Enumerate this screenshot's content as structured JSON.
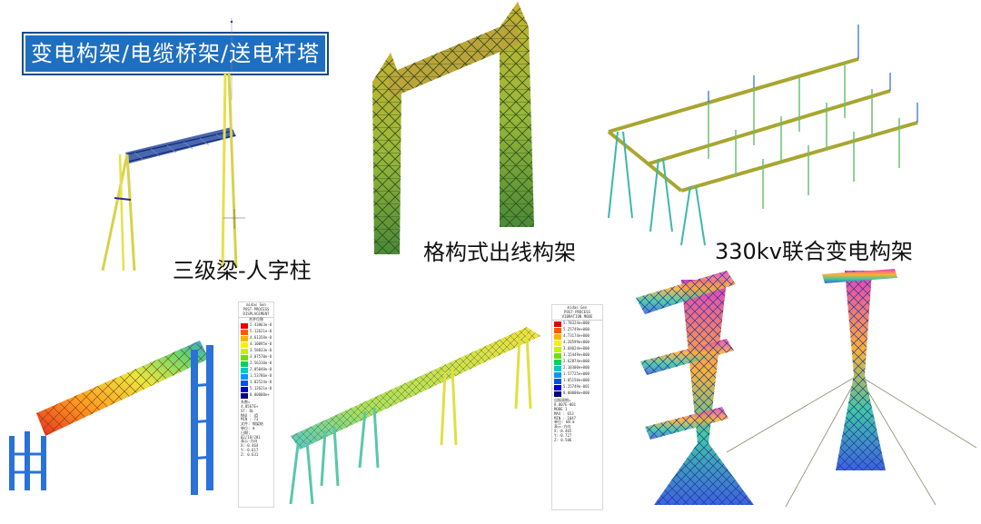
{
  "title": "变电构架/电缆桥架/送电杆塔",
  "captions": {
    "gate_frame": "三级梁-人字柱",
    "lattice_frame": "格构式出线构架",
    "joint_frame": "330kv联合变电构架"
  },
  "legend_left": {
    "header": [
      "midas Gen",
      "POST-PROCESS",
      "DISPLACEMENT"
    ],
    "sub": "合并位移",
    "values": [
      "5.43863e-0",
      "5.12621e-0",
      "4.61358e-0",
      "4.10095e-0",
      "3.58833e-0",
      "3.07570e-0",
      "2.56310e-0",
      "2.05048e-0",
      "1.53786e-0",
      "1.02524e-0",
      "5.12621e-0",
      "0.00000e+"
    ],
    "footer": [
      "系数=",
      "4.0567E+",
      "ST: DL",
      "MAX : 45",
      "MIN : 73",
      "文件: 钢架结",
      "单位: m",
      "日期: 02/18/201",
      "表示-方向",
      "X:-0.464",
      "Y:-0.617",
      "Z: 0.631"
    ]
  },
  "legend_mid": {
    "header": [
      "midas Gen",
      "POST-PROCESS",
      "VIBRATION MODE"
    ],
    "values": [
      "5.78324e+000",
      "5.25749e+000",
      "4.73174e+000",
      "4.20599e+000",
      "3.68024e+000",
      "3.15449e+000",
      "2.62874e+000",
      "2.10300e+000",
      "1.57725e+000",
      "1.05150e+000",
      "5.25749e-001",
      "0.00000e+000"
    ],
    "footer": [
      "自振周期=",
      "8.007E-001",
      "MODE 1",
      "MAX : 653",
      "MIN : 1047",
      "单位: kN.m",
      "表示-方向",
      "X:-0.465",
      "Y:-0.727",
      "Z: 0.506"
    ]
  },
  "colors": {
    "title_bg": "#1f6fc0",
    "member_yellow": "#e6e04a",
    "member_olive": "#a8a630",
    "member_blue": "#1a3a8f",
    "scale": [
      "#e60000",
      "#ff5a00",
      "#ffb000",
      "#ffee00",
      "#c8f000",
      "#6ee000",
      "#00d25a",
      "#00c8c8",
      "#0096ff",
      "#0050f0",
      "#0000c8",
      "#000078"
    ]
  }
}
